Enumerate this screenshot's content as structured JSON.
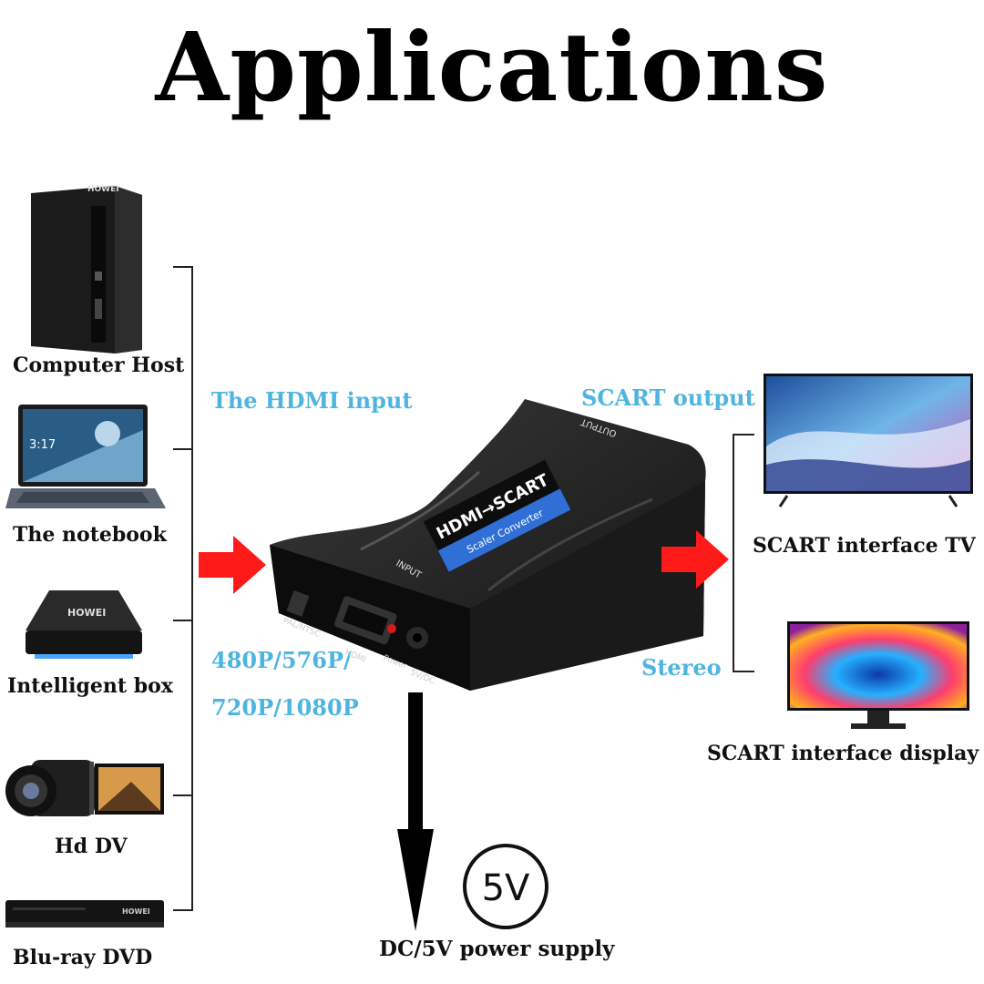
{
  "title": "Applications",
  "sources": [
    {
      "label": "Computer Host",
      "icon": "computer-host-icon",
      "brand": "HOWEI"
    },
    {
      "label": "The notebook",
      "icon": "notebook-icon",
      "screen_time": "3:17"
    },
    {
      "label": "Intelligent box",
      "icon": "tv-box-icon",
      "brand": "HOWEI"
    },
    {
      "label": "Hd DV",
      "icon": "camcorder-icon"
    },
    {
      "label": "Blu-ray DVD",
      "icon": "bluray-player-icon",
      "brand": "HOWEI"
    }
  ],
  "input_label": "The HDMI input",
  "resolutions_line1": "480P/576P/",
  "resolutions_line2": "720P/1080P",
  "output_label": "SCART output",
  "stereo_label": "Stereo",
  "outputs": [
    {
      "label": "SCART interface TV",
      "icon": "tv-icon"
    },
    {
      "label": "SCART interface display",
      "icon": "monitor-icon"
    }
  ],
  "device": {
    "name": "HDMI→SCART",
    "subtitle": "Scaler Converter",
    "input_port": "INPUT",
    "output_port": "OUTPUT",
    "switch_label": "PAL/NTSC",
    "hdmi_label": "HDMI",
    "power_label": "Power",
    "dc_label": "5V/DC"
  },
  "power_badge": "5V",
  "power_label": "DC/5V power supply",
  "colors": {
    "accent_blue": "#4fb5e0",
    "arrow_red": "#ff1a1a",
    "device_black": "#161616",
    "badge_blue": "#2f6fd6"
  }
}
